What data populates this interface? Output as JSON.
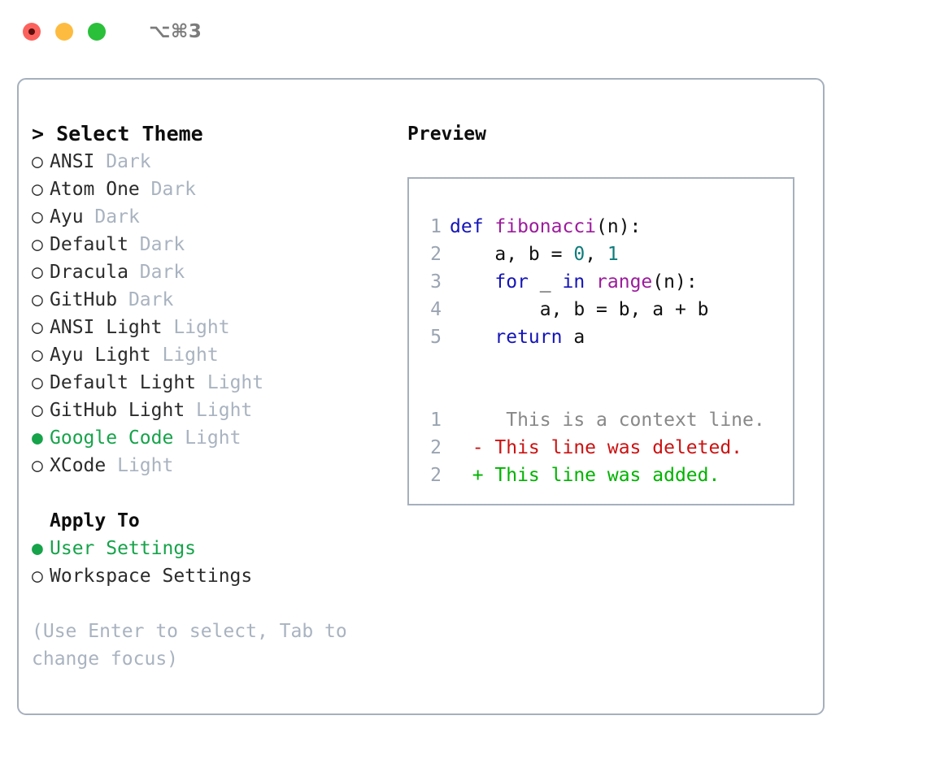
{
  "window": {
    "shortcut": "⌥⌘3",
    "traffic_lights": [
      "close-red",
      "minimize-yellow",
      "maximize-green"
    ]
  },
  "colors": {
    "accent_green": "#16a34a",
    "muted": "#a9b3c0",
    "border": "#a6b0bd",
    "keyword": "#1414b8",
    "function": "#9c1c9c",
    "number": "#0e7c7b",
    "diff_add": "#00b300",
    "diff_del": "#cc1212",
    "diff_ctx": "#888888"
  },
  "theme_selector": {
    "heading": "> Select Theme",
    "bullet_unselected": "○",
    "bullet_selected": "●",
    "items": [
      {
        "name": "ANSI",
        "variant": "Dark",
        "selected": false
      },
      {
        "name": "Atom One",
        "variant": "Dark",
        "selected": false
      },
      {
        "name": "Ayu",
        "variant": "Dark",
        "selected": false
      },
      {
        "name": "Default",
        "variant": "Dark",
        "selected": false
      },
      {
        "name": "Dracula",
        "variant": "Dark",
        "selected": false
      },
      {
        "name": "GitHub",
        "variant": "Dark",
        "selected": false
      },
      {
        "name": "ANSI Light",
        "variant": "Light",
        "selected": false
      },
      {
        "name": "Ayu Light",
        "variant": "Light",
        "selected": false
      },
      {
        "name": "Default Light",
        "variant": "Light",
        "selected": false
      },
      {
        "name": "GitHub Light",
        "variant": "Light",
        "selected": false
      },
      {
        "name": "Google Code",
        "variant": "Light",
        "selected": true
      },
      {
        "name": "XCode",
        "variant": "Light",
        "selected": false
      }
    ]
  },
  "apply_to": {
    "heading": "Apply To",
    "options": [
      {
        "label": "User Settings",
        "selected": true
      },
      {
        "label": "Workspace Settings",
        "selected": false
      }
    ]
  },
  "hint": "(Use Enter to select, Tab to change focus)",
  "preview": {
    "title": "Preview",
    "code_lines": [
      {
        "no": "1",
        "tokens": [
          {
            "t": "def ",
            "c": "kw"
          },
          {
            "t": "fibonacci",
            "c": "fn"
          },
          {
            "t": "(n):",
            "c": "pln"
          }
        ]
      },
      {
        "no": "2",
        "tokens": [
          {
            "t": "    a, b = ",
            "c": "pln"
          },
          {
            "t": "0",
            "c": "num"
          },
          {
            "t": ", ",
            "c": "pln"
          },
          {
            "t": "1",
            "c": "num"
          }
        ]
      },
      {
        "no": "3",
        "tokens": [
          {
            "t": "    ",
            "c": "pln"
          },
          {
            "t": "for",
            "c": "kw"
          },
          {
            "t": " _ ",
            "c": "pln"
          },
          {
            "t": "in",
            "c": "kw"
          },
          {
            "t": " ",
            "c": "pln"
          },
          {
            "t": "range",
            "c": "fn"
          },
          {
            "t": "(n):",
            "c": "pln"
          }
        ]
      },
      {
        "no": "4",
        "tokens": [
          {
            "t": "        a, b = b, a + b",
            "c": "pln"
          }
        ]
      },
      {
        "no": "5",
        "tokens": [
          {
            "t": "    ",
            "c": "pln"
          },
          {
            "t": "return",
            "c": "kw"
          },
          {
            "t": " a",
            "c": "pln"
          }
        ]
      }
    ],
    "diff_lines": [
      {
        "no": "1",
        "marker": " ",
        "text": "  This is a context line.",
        "kind": "ctx"
      },
      {
        "no": "2",
        "marker": "-",
        "text": " This line was deleted.",
        "kind": "del"
      },
      {
        "no": "2",
        "marker": "+",
        "text": " This line was added.",
        "kind": "add"
      }
    ]
  }
}
